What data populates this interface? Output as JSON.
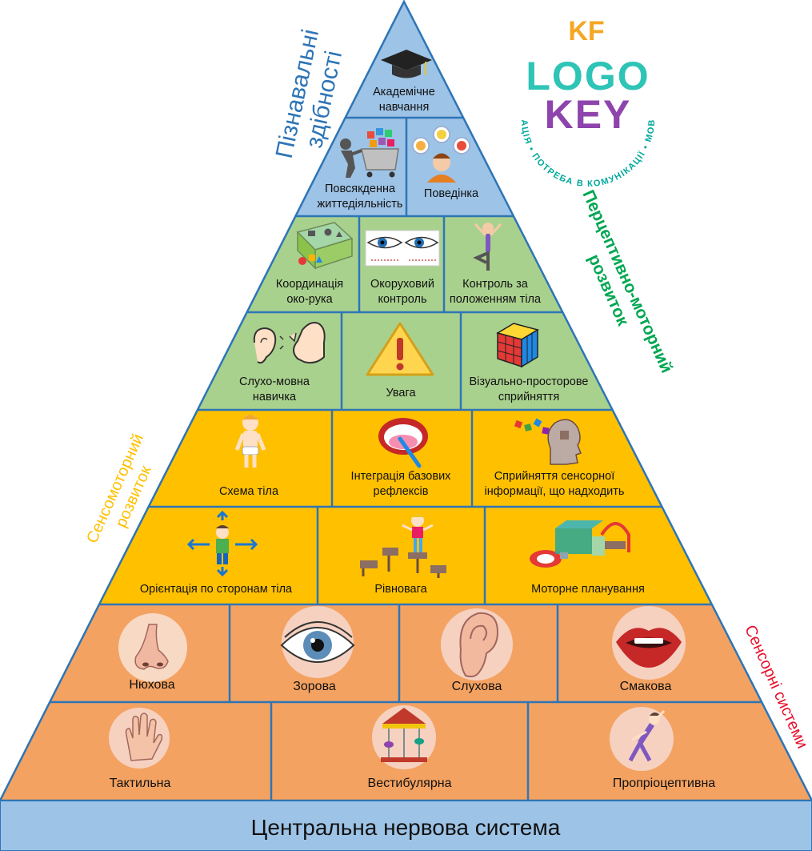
{
  "side_labels": {
    "cognitive": [
      "Пізнавальні",
      "здібності"
    ],
    "perceptual": [
      "Перцептивно-моторний",
      "розвиток"
    ],
    "sensorimotor": [
      "Сенсомоторний",
      "розвиток"
    ],
    "sensory": "Сенсорні системи"
  },
  "levels": [
    {
      "id": "academic",
      "cells": [
        {
          "lines": [
            "Академічне",
            "навчання"
          ],
          "icon": "graduation-cap-icon"
        }
      ]
    },
    {
      "id": "daily",
      "cells": [
        {
          "lines": [
            "Повсякденна",
            "життедіяльність"
          ],
          "icon": "shopping-cart-icon"
        },
        {
          "lines": [
            "Поведінка"
          ],
          "icon": "emotions-icon"
        }
      ]
    },
    {
      "id": "control",
      "cells": [
        {
          "lines": [
            "Координація",
            "око-рука"
          ],
          "icon": "shape-sorter-icon"
        },
        {
          "lines": [
            "Окоруховий",
            "контроль"
          ],
          "icon": "eyes-icon"
        },
        {
          "lines": [
            "Контроль за",
            "положенням тіла"
          ],
          "icon": "yoga-pose-icon"
        }
      ]
    },
    {
      "id": "perception",
      "cells": [
        {
          "lines": [
            "Слухо-мовна",
            "навичка"
          ],
          "icon": "ear-speech-icon"
        },
        {
          "lines": [
            "Увага"
          ],
          "icon": "warning-icon"
        },
        {
          "lines": [
            "Візуально-просторове",
            "сприйняття"
          ],
          "icon": "rubiks-cube-icon"
        }
      ]
    },
    {
      "id": "sensorimotor-top",
      "cells": [
        {
          "lines": [
            "Схема тіла"
          ],
          "icon": "child-body-icon"
        },
        {
          "lines": [
            "Інтеграція базових",
            "рефлексів"
          ],
          "icon": "mouth-toothbrush-icon"
        },
        {
          "lines": [
            "Сприйняття сенсорної",
            "інформації,  що надходить"
          ],
          "icon": "head-puzzle-icon"
        }
      ]
    },
    {
      "id": "sensorimotor-bottom",
      "cells": [
        {
          "lines": [
            "Орієнтація по сторонам тіла"
          ],
          "icon": "directions-icon"
        },
        {
          "lines": [
            "Рівновага"
          ],
          "icon": "balance-beam-icon"
        },
        {
          "lines": [
            "Моторне планування"
          ],
          "icon": "play-tunnel-icon"
        }
      ]
    },
    {
      "id": "senses-top",
      "cells": [
        {
          "lines": [
            "Нюхова"
          ],
          "icon": "nose-icon"
        },
        {
          "lines": [
            "Зорова"
          ],
          "icon": "eye-icon"
        },
        {
          "lines": [
            "Слухова"
          ],
          "icon": "ear-icon"
        },
        {
          "lines": [
            "Смакова"
          ],
          "icon": "lips-icon"
        }
      ]
    },
    {
      "id": "senses-bottom",
      "cells": [
        {
          "lines": [
            "Тактильна"
          ],
          "icon": "hand-icon"
        },
        {
          "lines": [
            "Вестибулярна"
          ],
          "icon": "carousel-icon"
        },
        {
          "lines": [
            "Пропріоцептивна"
          ],
          "icon": "stretching-icon"
        }
      ]
    }
  ],
  "base": {
    "label": "Центральна нервова система"
  },
  "logo": {
    "mark": "KF",
    "word_top": "LOGO",
    "word_bottom": "KEY",
    "ring_text": "МОТИВАЦІЯ • ПОТРЕБА В КОМУНІКАЦІЇ • МОВЛЕННЯ"
  },
  "colors": {
    "blue": "#9dc3e6",
    "green": "#a9d18e",
    "yellow": "#ffc000",
    "orange": "#f4a261",
    "base": "#9dc3e6",
    "border": "#2e75b6",
    "cognitive_text": "#2e75b6",
    "perceptual_text": "#00a651",
    "sensorimotor_text": "#ffc000",
    "sensory_text": "#e8112d"
  }
}
